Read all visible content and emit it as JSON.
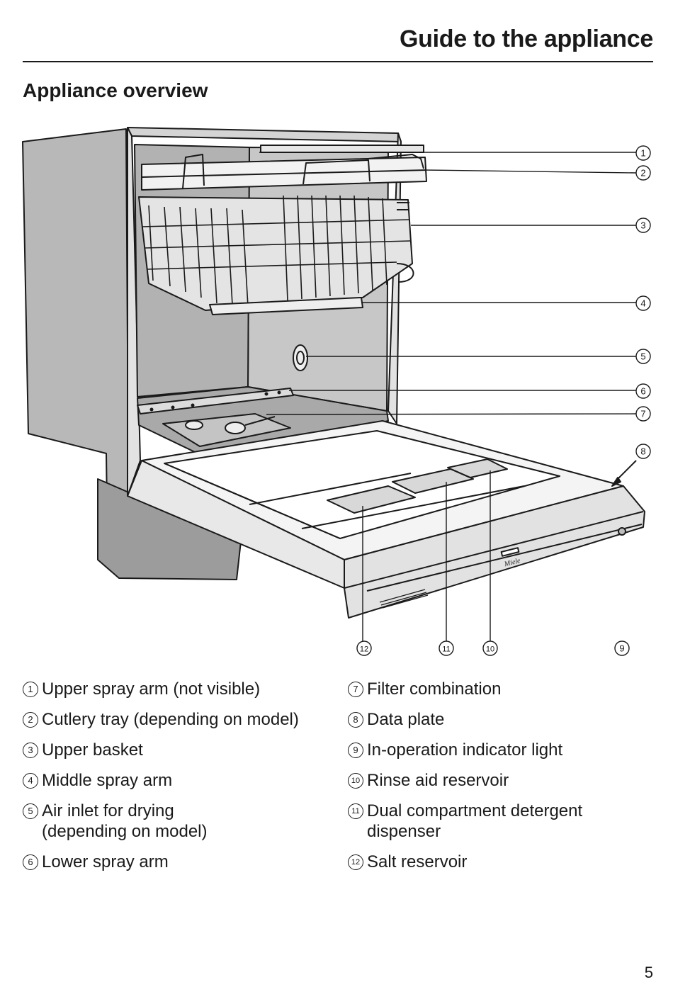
{
  "header": {
    "title": "Guide to the appliance"
  },
  "section": {
    "title": "Appliance overview"
  },
  "diagram": {
    "brand": "Miele",
    "callouts": [
      "1",
      "2",
      "3",
      "4",
      "5",
      "6",
      "7",
      "8",
      "9",
      "10",
      "11",
      "12"
    ]
  },
  "legend": [
    {
      "num": "1",
      "text": "Upper spray arm (not visible)"
    },
    {
      "num": "2",
      "text": "Cutlery tray (depending on model)"
    },
    {
      "num": "3",
      "text": "Upper basket"
    },
    {
      "num": "4",
      "text": "Middle spray arm"
    },
    {
      "num": "5",
      "text": "Air inlet for drying\n(depending on model)"
    },
    {
      "num": "6",
      "text": "Lower spray arm"
    },
    {
      "num": "7",
      "text": "Filter combination"
    },
    {
      "num": "8",
      "text": "Data plate"
    },
    {
      "num": "9",
      "text": "In-operation indicator light"
    },
    {
      "num": "10",
      "text": "Rinse aid reservoir"
    },
    {
      "num": "11",
      "text": "Dual compartment detergent\ndispenser"
    },
    {
      "num": "12",
      "text": "Salt reservoir"
    }
  ],
  "footer": {
    "page_number": "5"
  }
}
